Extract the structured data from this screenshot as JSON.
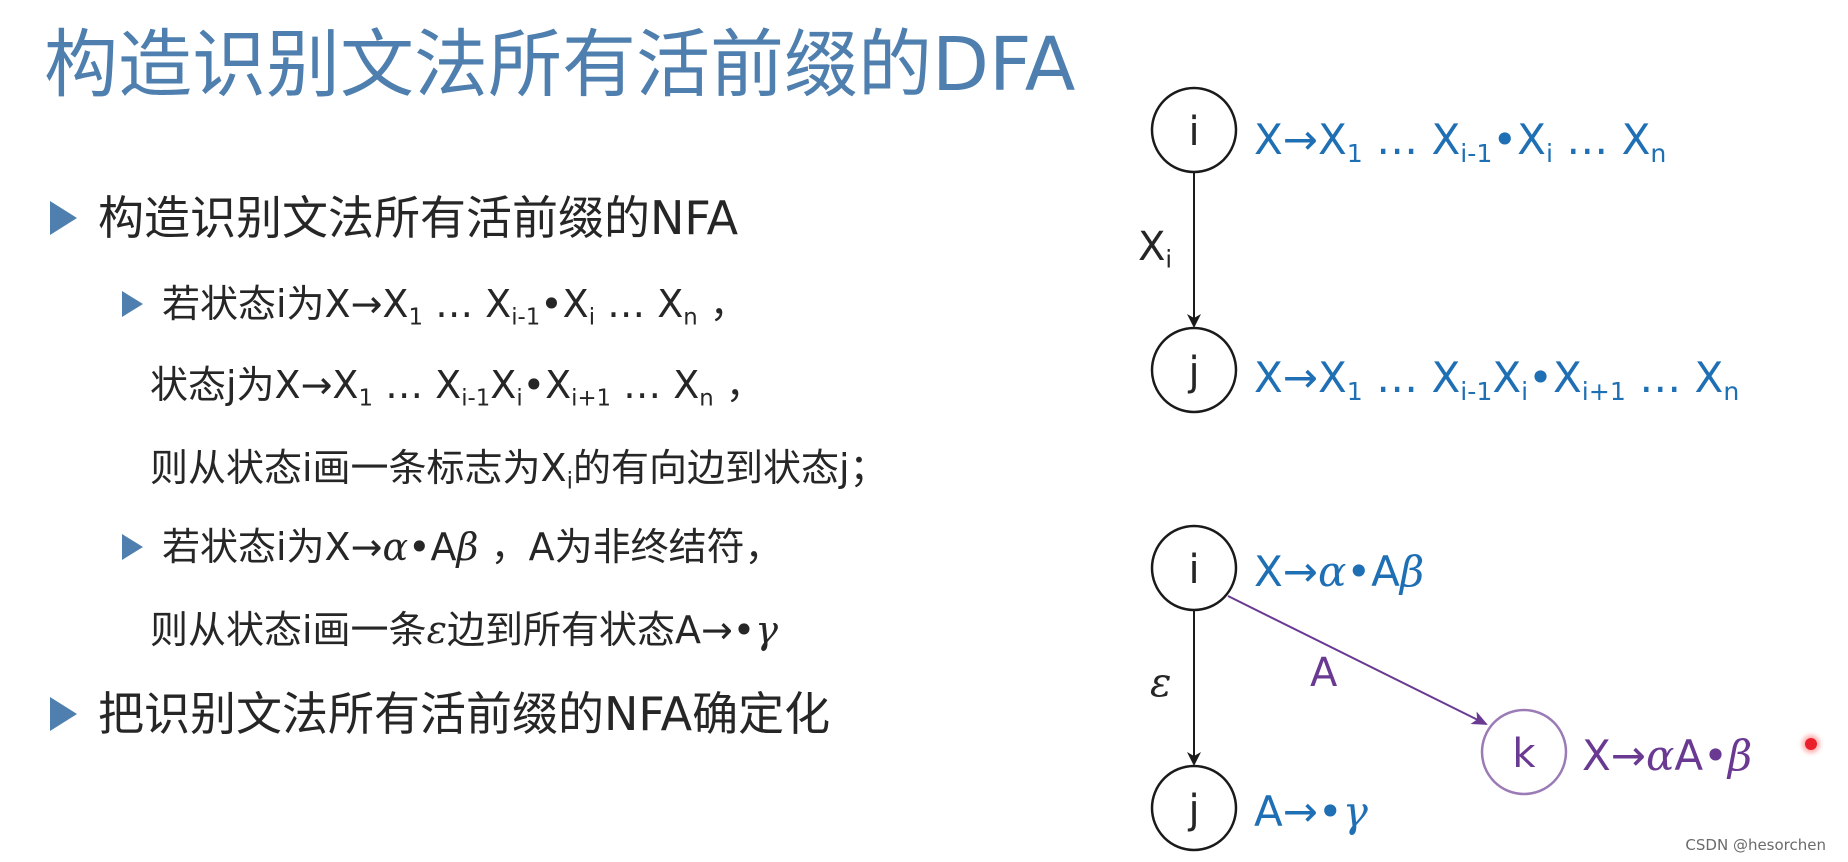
{
  "title": "构造识别文法所有活前缀的DFA",
  "bullets": {
    "b1": "构造识别文法所有活前缀的NFA",
    "b1a": {
      "prefix": "若状态i为X→X",
      "s1": "1",
      "m1": " … X",
      "s2": "i-1",
      "m2": "•X",
      "s3": "i",
      "m3": " … X",
      "s4": "n",
      "suffix": " ，"
    },
    "b1a_line2": {
      "prefix": "状态j为X→X",
      "s1": "1",
      "m1": " … X",
      "s2": "i-1",
      "m2": "X",
      "s3": "i",
      "m3": "•X",
      "s4": "i+1",
      "m4": " … X",
      "s5": "n",
      "suffix": " ，"
    },
    "b1a_line3": {
      "prefix": "则从状态i画一条标志为X",
      "sub": "i",
      "suffix": "的有向边到状态j；"
    },
    "b1b": {
      "prefix": "若状态i为X→",
      "alpha": "α",
      "m1": "•A",
      "beta": "β",
      "suffix": " ，A为非终结符，"
    },
    "b1b_line2": {
      "prefix": "则从状态i画一条",
      "epsilon": "ε",
      "m1": "边到所有状态A→•",
      "gamma": "γ"
    },
    "b2": "把识别文法所有活前缀的NFA确定化"
  },
  "diagram1": {
    "node_i": "i",
    "node_j": "j",
    "edge_label": "X",
    "edge_label_sub": "i",
    "item_i": {
      "p0": "X→X",
      "s1": "1",
      "p1": " … X",
      "s2": "i-1",
      "p2": "•X",
      "s3": "i",
      "p3": " … X",
      "s4": "n"
    },
    "item_j": {
      "p0": "X→X",
      "s1": "1",
      "p1": " … X",
      "s2": "i-1",
      "p2": "X",
      "s3": "i",
      "p3": "•X",
      "s4": "i+1",
      "p4": " … X",
      "s5": "n"
    }
  },
  "diagram2": {
    "node_i": "i",
    "node_j": "j",
    "node_k": "k",
    "edge_epsilon": "ε",
    "edge_A": "A",
    "item_i": {
      "p0": "X→",
      "alpha": "α",
      "p1": "•A",
      "beta": "β"
    },
    "item_j": {
      "p0": "A→•",
      "gamma": "γ"
    },
    "item_k": {
      "p0": "X→",
      "alpha": "α",
      "p1": "A•",
      "beta": "β"
    }
  },
  "watermark": "CSDN @hesorchen",
  "colors": {
    "title": "#4e7fae",
    "item_blue": "#1f6fb4",
    "purple": "#6a3a93",
    "text": "#262626"
  }
}
